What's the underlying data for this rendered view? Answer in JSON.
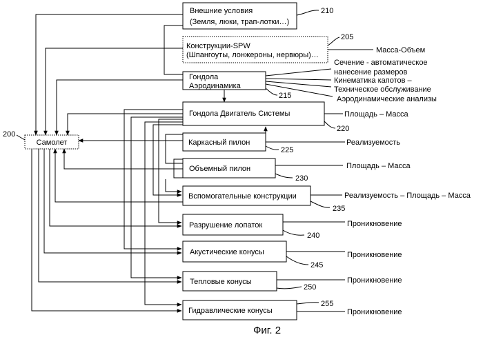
{
  "aircraft": {
    "label": "Самолет",
    "ref": "200"
  },
  "boxes": [
    {
      "id": "external-conditions",
      "lines": [
        "Внешние условия",
        "(Земля, люки, трап-лотки…)"
      ],
      "ref": "210"
    },
    {
      "id": "spw-structures",
      "lines": [
        "Конструкции-SPW",
        "(Шпангоуты, лонжероны, нервюры)…"
      ],
      "ref": "205",
      "output": "Масса-Объем"
    },
    {
      "id": "nacelle-aero",
      "lines": [
        "Гондола",
        "Аэродинамика"
      ],
      "ref": "215",
      "outputs": [
        "Сечение - автоматическое",
        "нанесение размеров",
        "Кинематика капотов –",
        "Техническое обслуживание",
        "Аэродинамические анализы"
      ]
    },
    {
      "id": "nacelle-engine-systems",
      "lines": [
        "Гондола Двигатель Системы"
      ],
      "ref": "220",
      "output": "Площадь – Масса"
    },
    {
      "id": "frame-pylon",
      "lines": [
        "Каркасный пилон"
      ],
      "ref": "225",
      "output": "Реализуемость"
    },
    {
      "id": "volume-pylon",
      "lines": [
        "Объемный пилон"
      ],
      "ref": "230",
      "output": "Площадь – Масса"
    },
    {
      "id": "auxiliary-structures",
      "lines": [
        "Вспомогательные конструкции"
      ],
      "ref": "235",
      "output": "Реализуемость – Площадь – Масса"
    },
    {
      "id": "blade-failure",
      "lines": [
        "Разрушение лопаток"
      ],
      "ref": "240",
      "output": "Проникновение"
    },
    {
      "id": "acoustic-cones",
      "lines": [
        "Акустические конусы"
      ],
      "ref": "245",
      "output": "Проникновение"
    },
    {
      "id": "thermal-cones",
      "lines": [
        "Тепловые конусы"
      ],
      "ref": "250",
      "output": "Проникновение"
    },
    {
      "id": "hydraulic-cones",
      "lines": [
        "Гидравлические конусы"
      ],
      "ref": "255",
      "output": "Проникновение"
    }
  ],
  "caption": "Фиг. 2"
}
